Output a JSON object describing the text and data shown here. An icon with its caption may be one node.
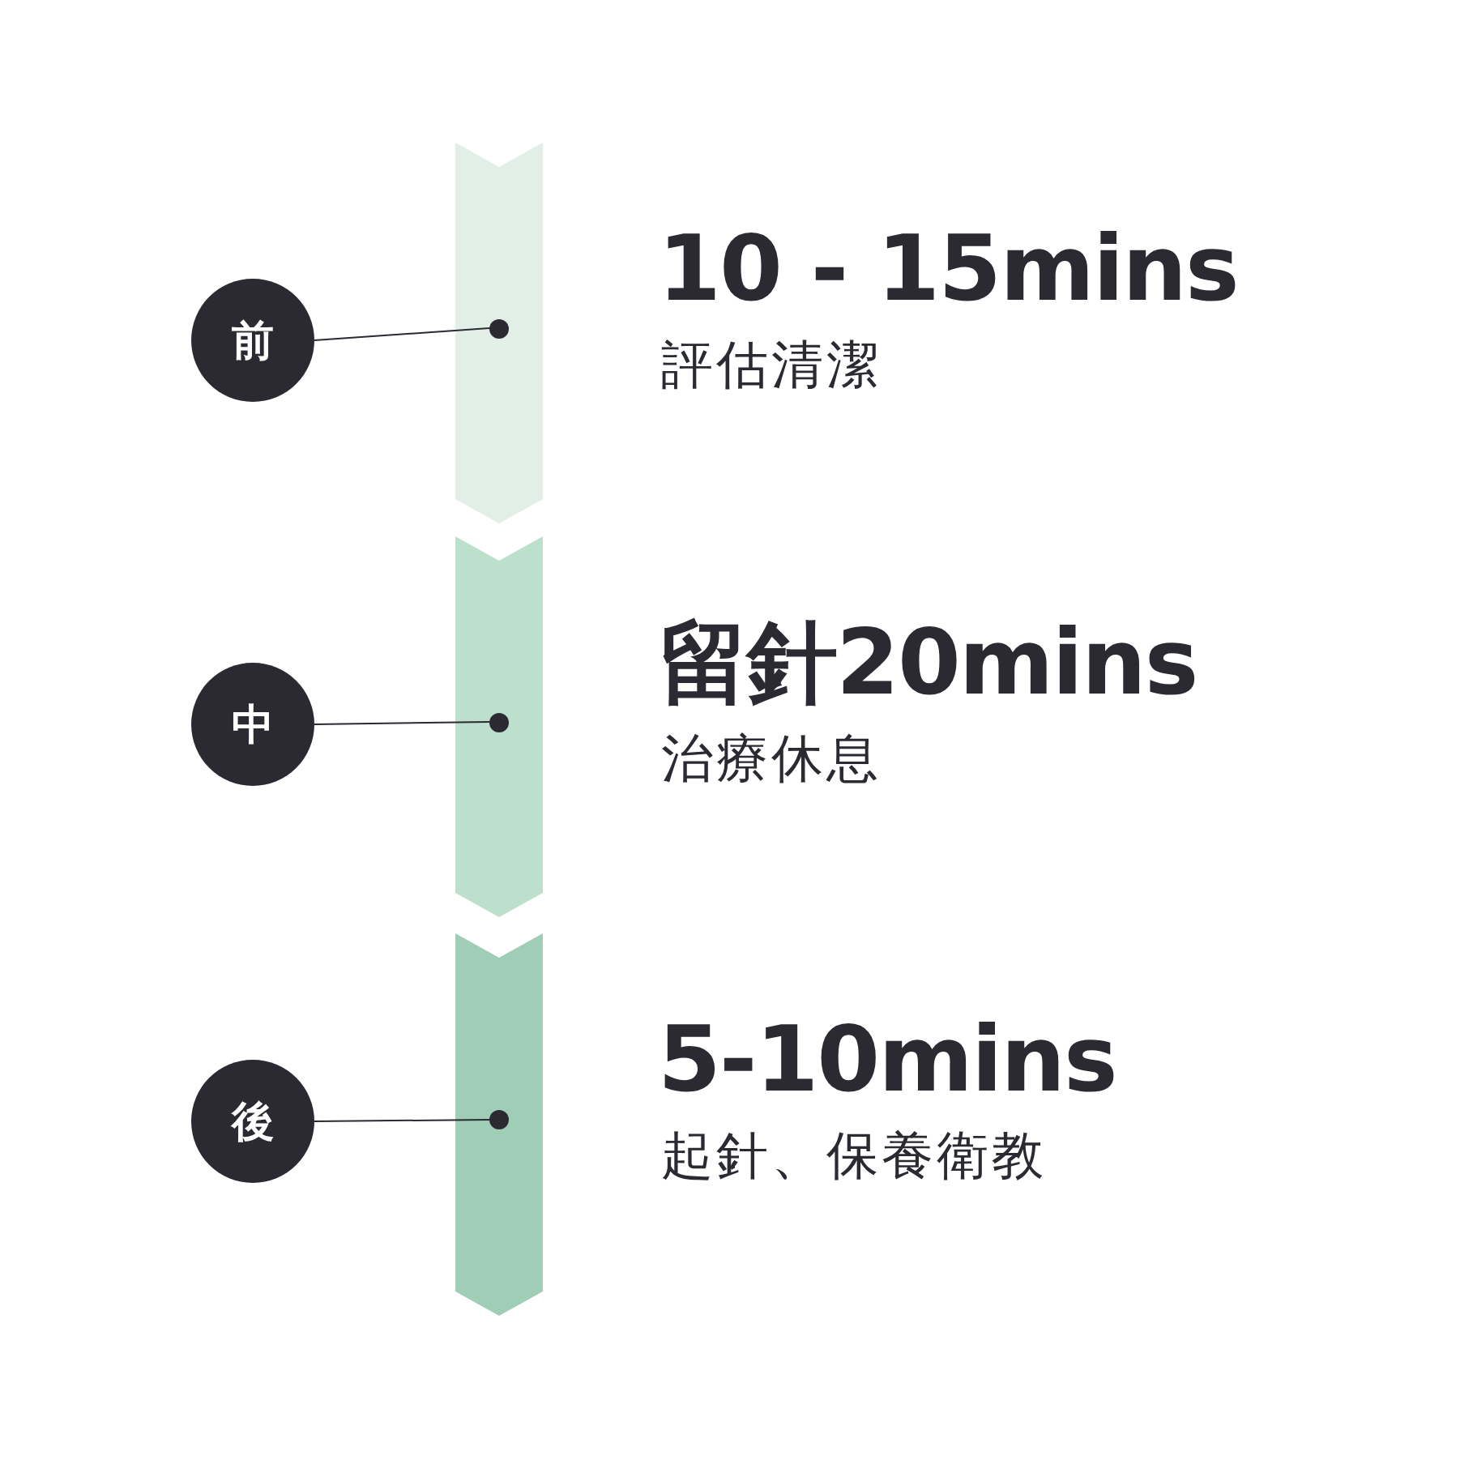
{
  "diagram": {
    "nodes": [
      {
        "text": [
          "前"
        ]
      },
      {
        "text": [
          "中"
        ]
      },
      {
        "text": [
          "後"
        ]
      },
      {
        "text": [],
        "shape": "arrow",
        "beside": [
          "10 - 15mins",
          "評估清潔"
        ]
      },
      {
        "text": [],
        "shape": "dot",
        "in": 3
      },
      {
        "text": [],
        "shape": "arrow",
        "beside": [
          "留針20mins",
          "治療休息"
        ]
      },
      {
        "text": [],
        "shape": "dot",
        "in": 5
      },
      {
        "text": [],
        "shape": "arrow",
        "beside": [
          "5-10mins",
          "起針、保養衛教"
        ]
      },
      {
        "text": [],
        "shape": "dot",
        "in": 7
      }
    ],
    "edges": [
      {
        "from": 0,
        "to": 4,
        "arrow": "none"
      },
      {
        "from": 1,
        "to": 6,
        "arrow": "none"
      },
      {
        "from": 2,
        "to": 8,
        "arrow": "none"
      }
    ]
  }
}
